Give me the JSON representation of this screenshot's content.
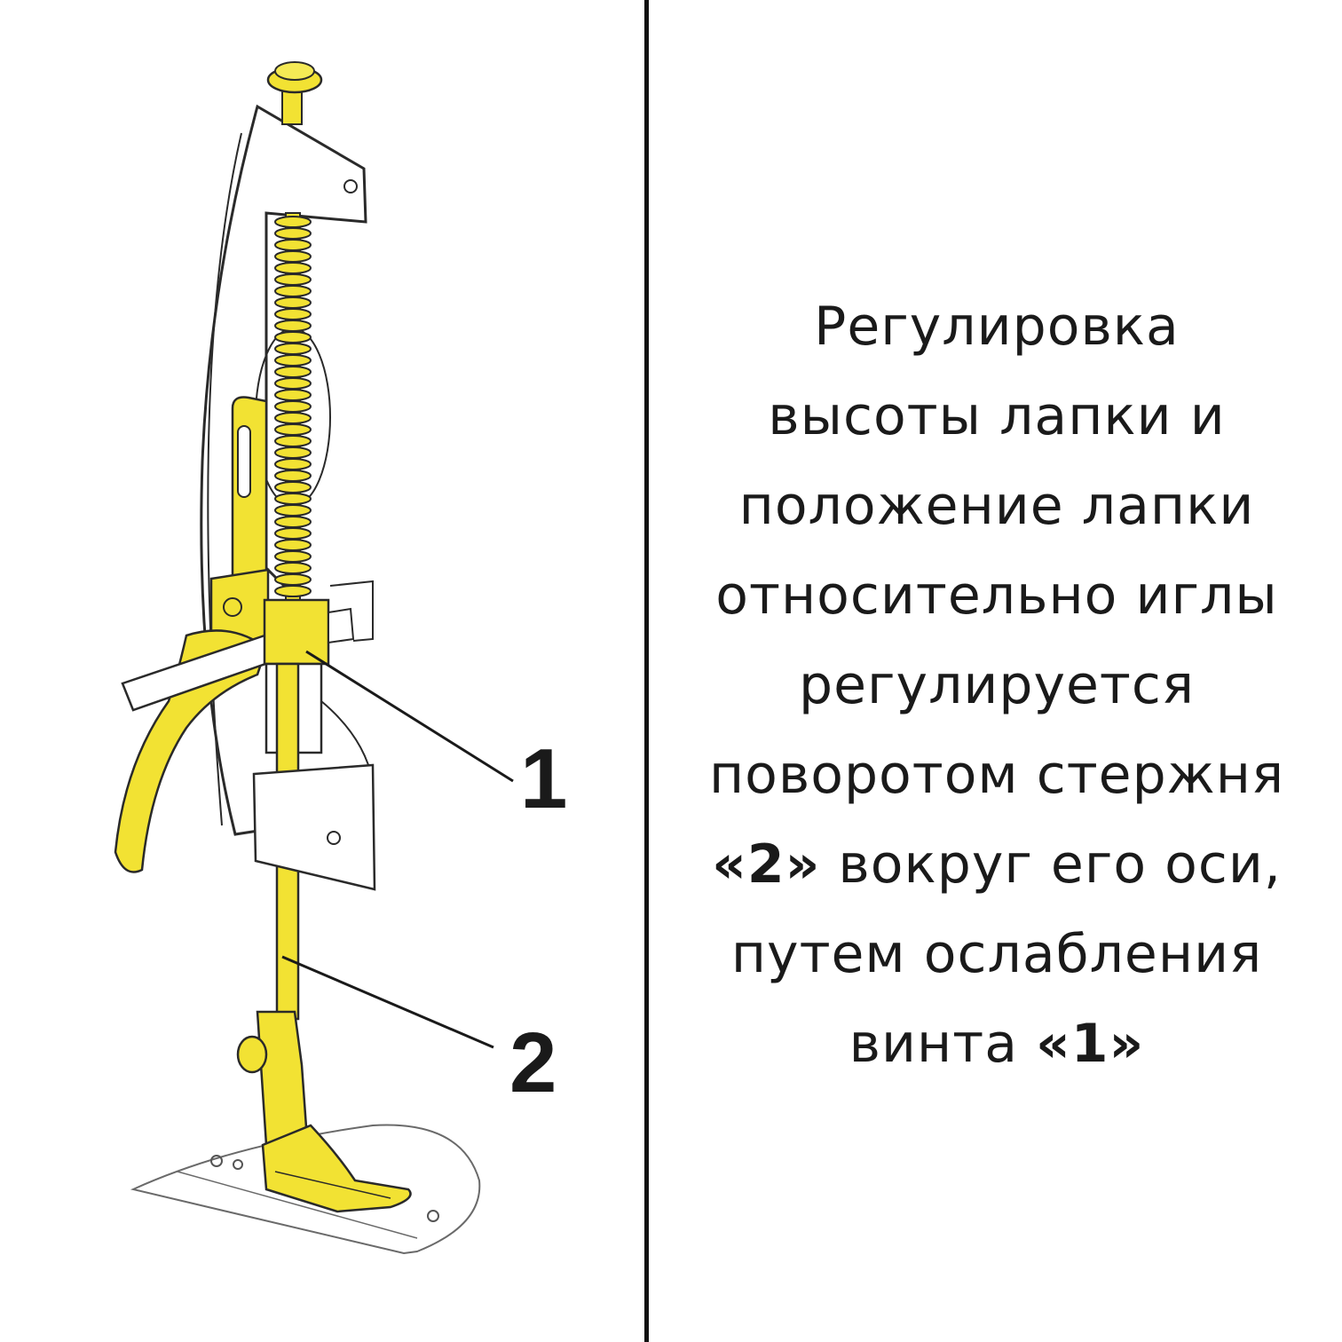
{
  "colors": {
    "part_yellow": "#f2e233",
    "part_yellow_shade": "#d9c21a",
    "outline": "#2a2a2a",
    "divider": "#111111"
  },
  "callouts": {
    "label_1": "1",
    "label_2": "2"
  },
  "caption": {
    "line_1": "Регулировка",
    "line_2": "высоты лапки и",
    "line_3": "положение лапки",
    "line_4": "относительно иглы",
    "line_5": "регулируется",
    "line_6": "поворотом стержня",
    "line_7_quoted": "«2»",
    "line_7_rest": " вокруг его оси,",
    "line_8": "путем ослабления",
    "line_9_text": "винта ",
    "line_9_quoted": "«1»"
  }
}
